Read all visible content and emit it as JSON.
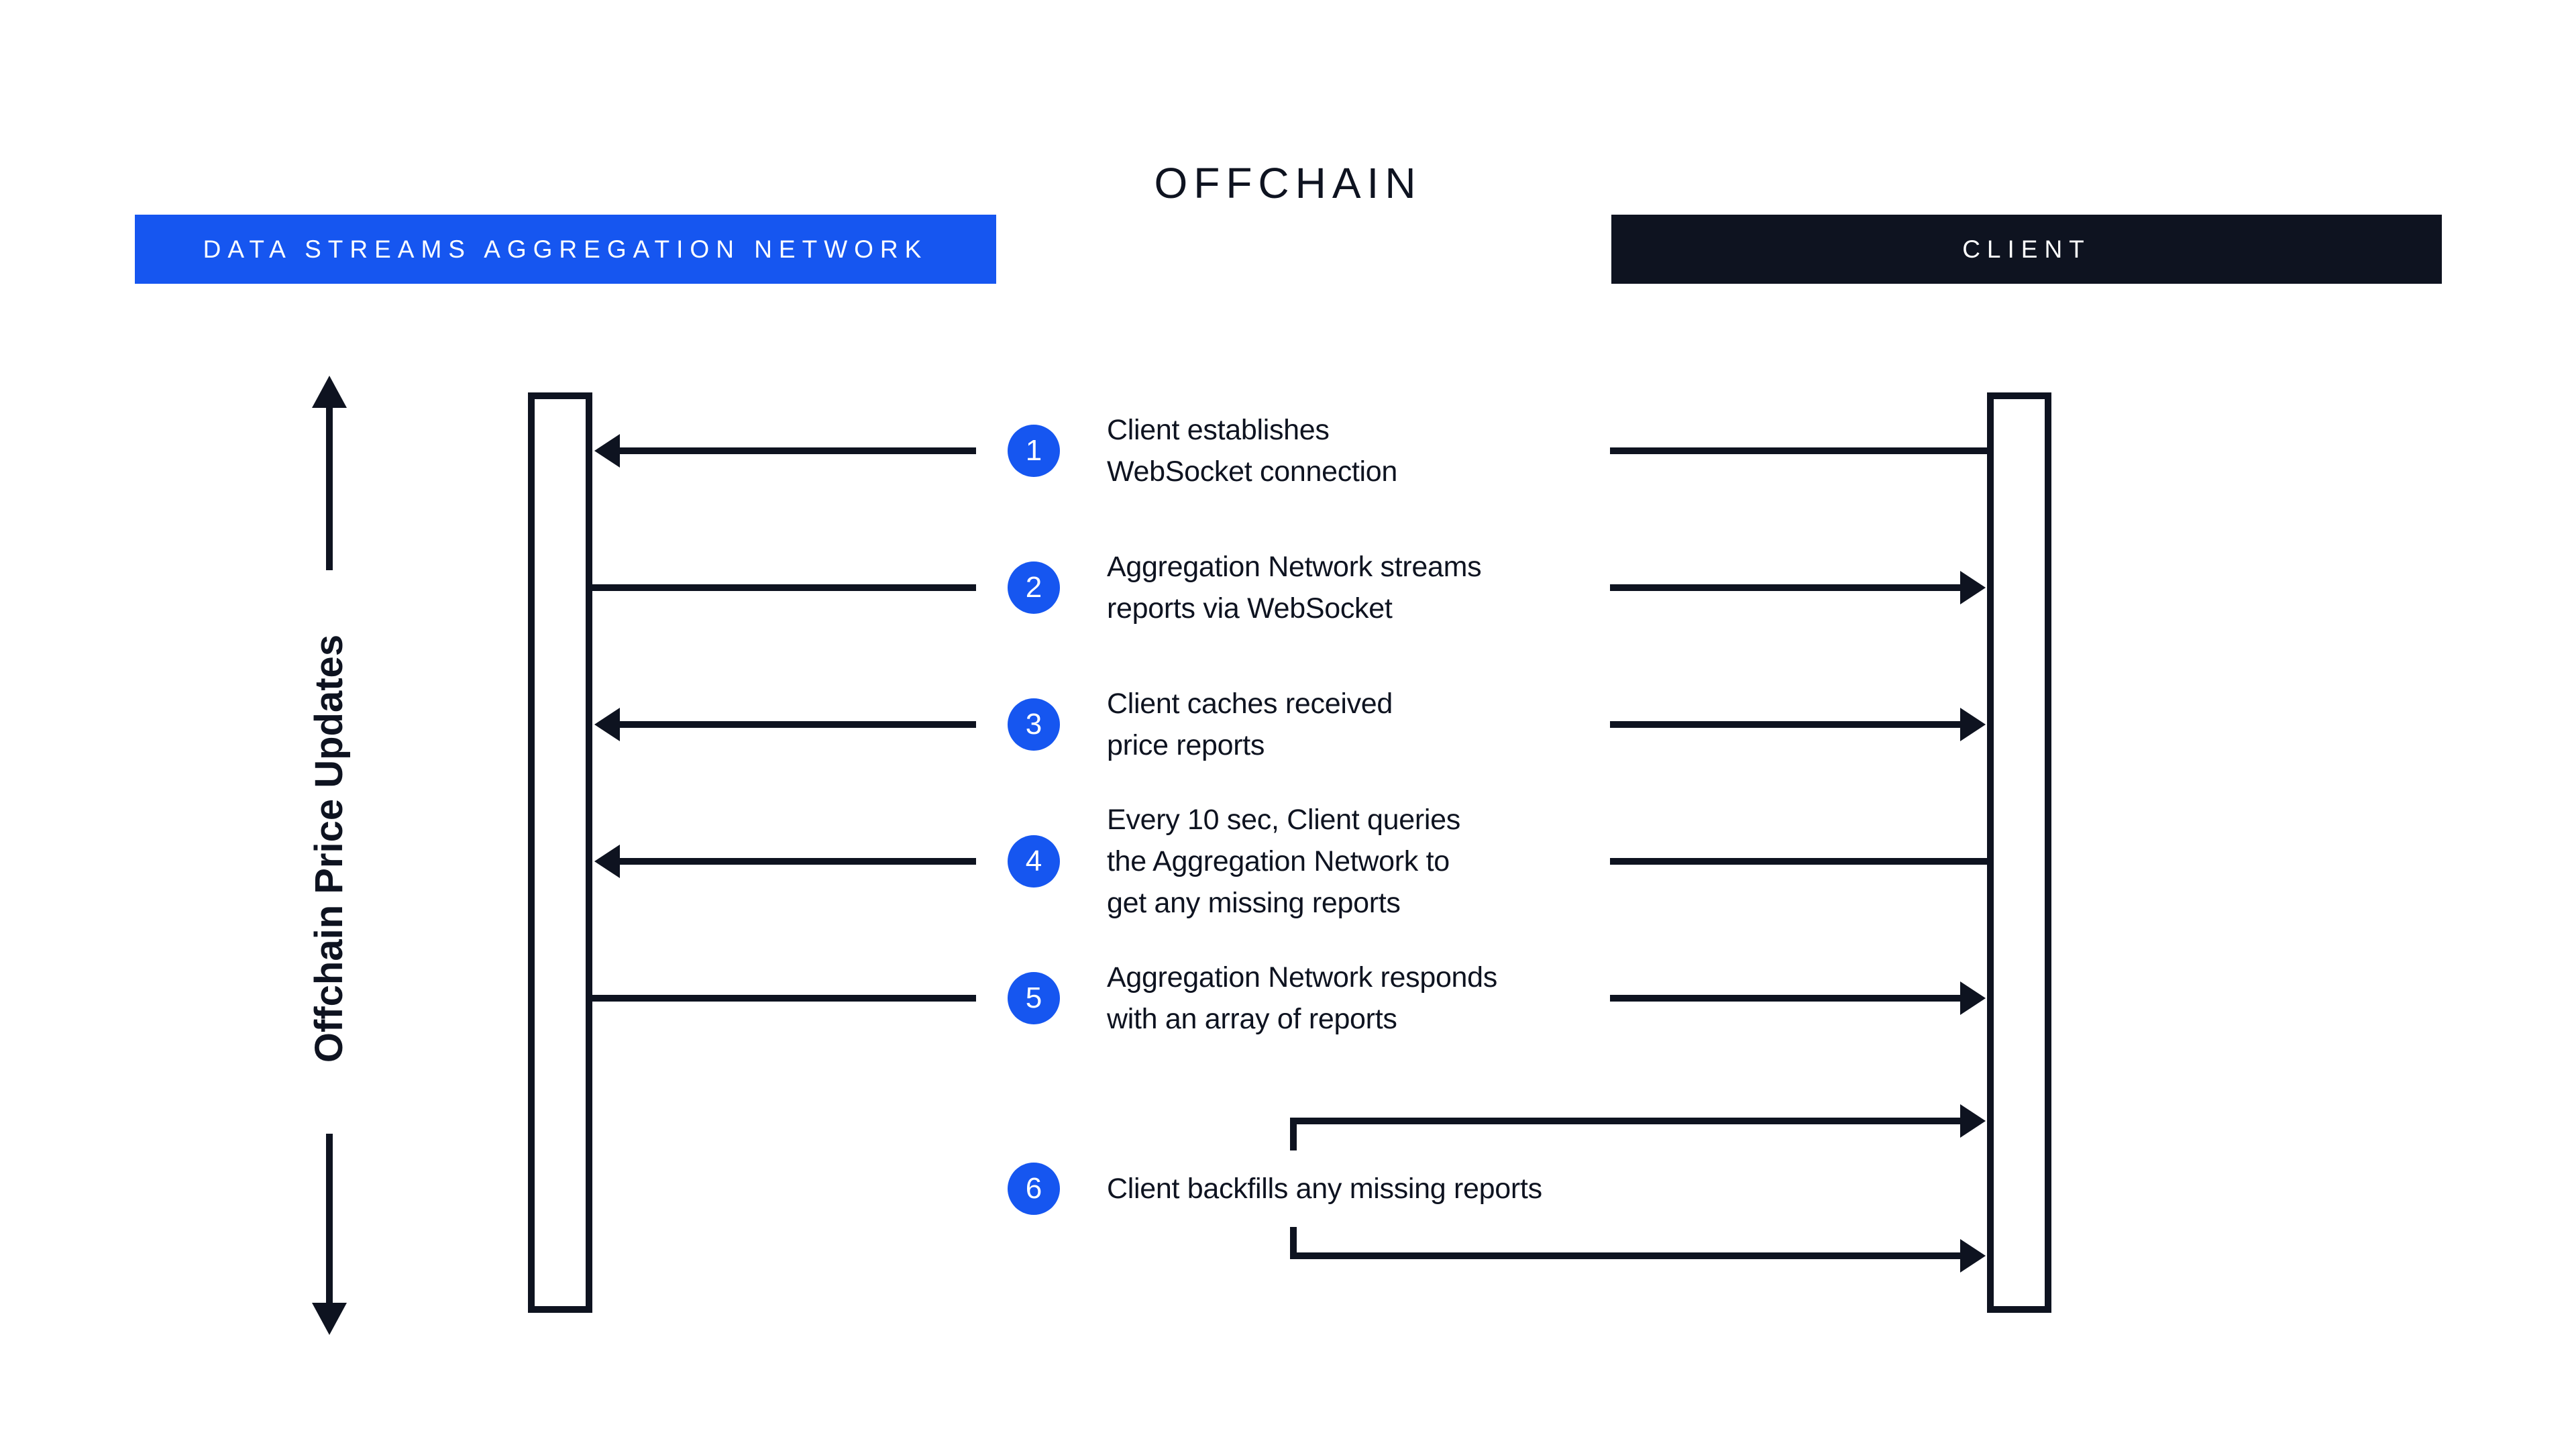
{
  "title": "OFFCHAIN",
  "headers": {
    "left": "DATA STREAMS AGGREGATION NETWORK",
    "right": "CLIENT"
  },
  "axis_label": "Offchain Price Updates",
  "colors": {
    "accent_blue": "#1656F0",
    "ink": "#0E1320",
    "background": "#FFFFFF"
  },
  "steps": [
    {
      "num": "1",
      "text": "Client establishes\nWebSocket connection",
      "direction": "client-to-aggregation-network"
    },
    {
      "num": "2",
      "text": "Aggregation Network streams\nreports via WebSocket",
      "direction": "aggregation-network-to-client"
    },
    {
      "num": "3",
      "text": "Client caches received\nprice reports",
      "direction": "both"
    },
    {
      "num": "4",
      "text": "Every 10 sec, Client queries\nthe Aggregation Network to\nget any missing reports",
      "direction": "client-to-aggregation-network"
    },
    {
      "num": "5",
      "text": "Aggregation Network responds\nwith an array of reports",
      "direction": "aggregation-network-to-client"
    },
    {
      "num": "6",
      "text": "Client backfills any missing reports",
      "direction": "client-self-loop"
    }
  ]
}
